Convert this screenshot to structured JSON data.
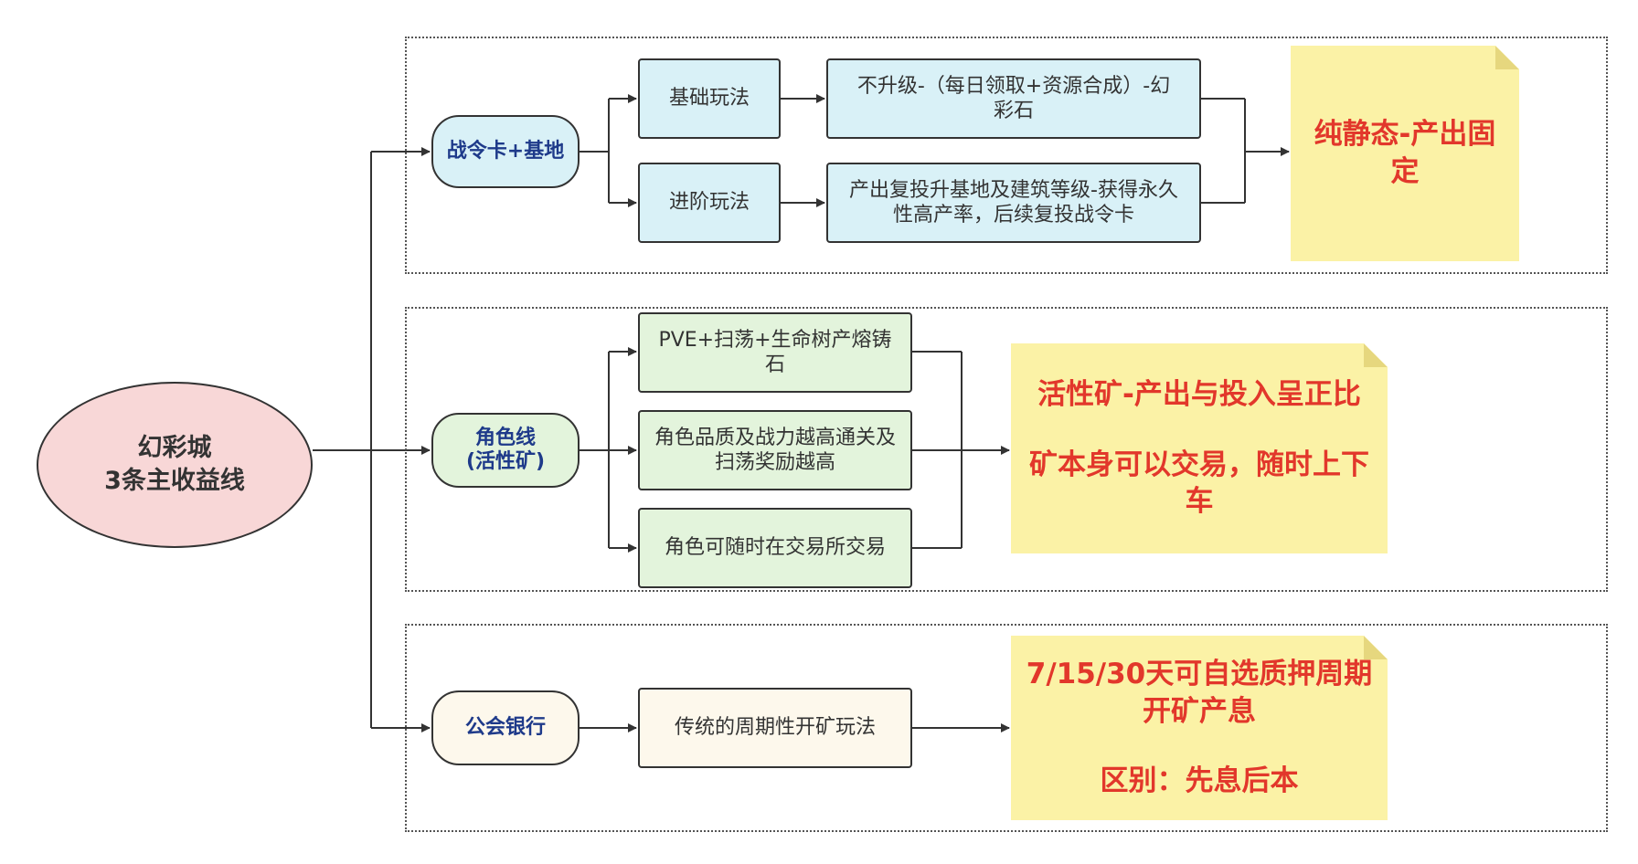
{
  "root": {
    "line1": "幻彩城",
    "line2": "3条主收益线"
  },
  "branches": {
    "battle_pass": {
      "label": "战令卡+基地",
      "basic": {
        "label": "基础玩法",
        "detail": "不升级-（每日领取+资源合成）-幻彩石"
      },
      "advanced": {
        "label": "进阶玩法",
        "detail": "产出复投升基地及建筑等级-获得永久性高产率，后续复投战令卡"
      },
      "note": {
        "text": "纯静态-产出固定"
      }
    },
    "character": {
      "label_line1": "角色线",
      "label_line2": "(活性矿)",
      "items": [
        "PVE+扫荡+生命树产熔铸石",
        "角色品质及战力越高通关及扫荡奖励越高",
        "角色可随时在交易所交易"
      ],
      "note": {
        "line1": "活性矿-产出与投入呈正比",
        "line2": "矿本身可以交易，随时上下车"
      }
    },
    "guild_bank": {
      "label": "公会银行",
      "item": "传统的周期性开矿玩法",
      "note": {
        "line1": "7/15/30天可自选质押周期开矿产息",
        "line2": "区别：先息后本"
      }
    }
  },
  "colors": {
    "root_fill": "#f8d7d7",
    "battle_fill": "#d9f1f7",
    "character_fill": "#e3f4dc",
    "guild_fill": "#fdf8ec",
    "note_fill": "#fbf2a6",
    "note_text": "#e2372b",
    "label_text": "#1e3a8a"
  }
}
